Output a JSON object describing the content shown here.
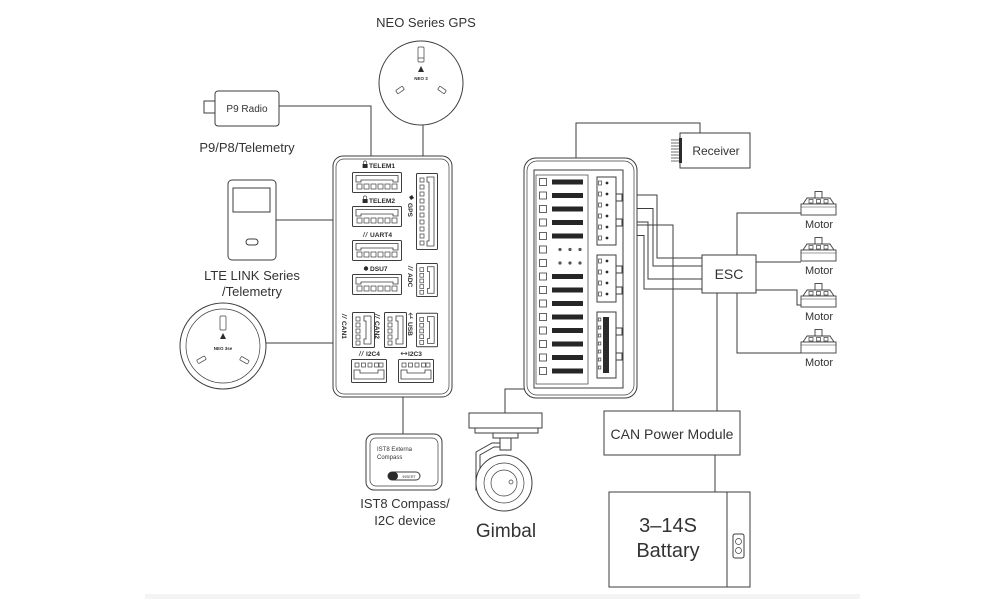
{
  "gps_top": {
    "label": "NEO Series GPS",
    "model": "NEO 3"
  },
  "radio": {
    "device": "P9 Radio",
    "label": "P9/P8/Telemetry"
  },
  "lte": {
    "label_line1": "LTE LINK Series",
    "label_line2": "/Telemetry"
  },
  "gps_left": {
    "model": "NEO 3se"
  },
  "flight_controller": {
    "ports": {
      "telem1": {
        "label": "TELEM1",
        "icon": "lock-icon"
      },
      "telem2": {
        "label": "TELEM2",
        "icon": "lock-icon"
      },
      "uart4": {
        "label": "UART4",
        "icon": "pin-icon"
      },
      "dsu7": {
        "label": "DSU7",
        "icon": "dot-icon"
      },
      "gps": {
        "label": "GPS",
        "icon": "satellite-icon"
      },
      "adc": {
        "label": "ADC",
        "icon": "pin-icon"
      },
      "can1": {
        "label": "CAN1",
        "icon": "pin-icon"
      },
      "can2": {
        "label": "CAN2",
        "icon": "pin-icon"
      },
      "usb": {
        "label": "USB",
        "icon": "usb-icon"
      },
      "i2c4": {
        "label": "I2C4",
        "icon": "pin-icon"
      },
      "i2c3": {
        "label": "I2C3",
        "icon": "arrows-icon"
      }
    }
  },
  "compass": {
    "device_line1": "IST8 Externa",
    "device_line2": "Compass",
    "button": "INSERT",
    "label_line1": "IST8 Compass/",
    "label_line2": "I2C device"
  },
  "receiver": {
    "label": "Receiver"
  },
  "esc": {
    "label": "ESC"
  },
  "motors": [
    {
      "label": "Motor"
    },
    {
      "label": "Motor"
    },
    {
      "label": "Motor"
    },
    {
      "label": "Motor"
    }
  ],
  "can_power_module": {
    "label": "CAN Power Module"
  },
  "battery": {
    "line1": "3–14S",
    "line2": "Battary"
  },
  "gimbal": {
    "label": "Gimbal"
  }
}
